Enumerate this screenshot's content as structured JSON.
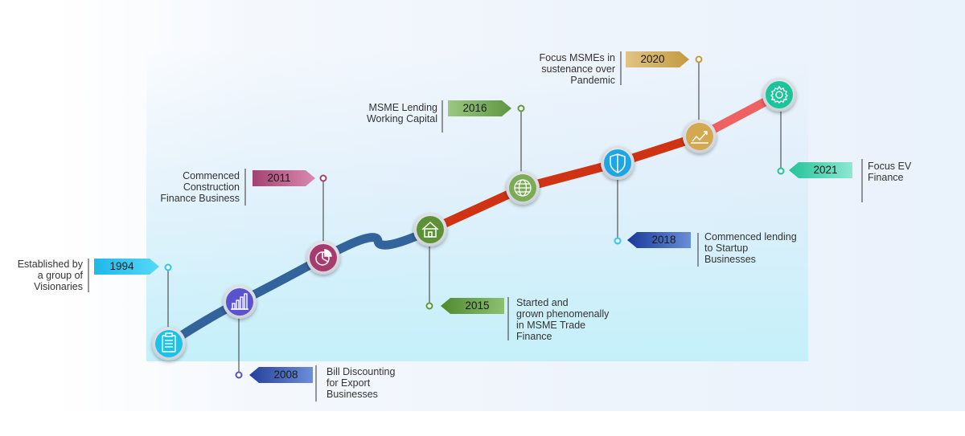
{
  "milestones": [
    {
      "year": "1994",
      "text": "Established by\na group of\nVisionaries",
      "icon": "clipboard-icon",
      "tag_color": "#2cc7f0"
    },
    {
      "year": "2008",
      "text": "Bill Discounting\nfor Export\nBusinesses",
      "icon": "bar-chart-icon",
      "tag_color": "#2a4aa8"
    },
    {
      "year": "2011",
      "text": "Commenced\nConstruction\nFinance Business",
      "icon": "pie-chart-icon",
      "tag_color": "#b2517e"
    },
    {
      "year": "2015",
      "text": "Started and\ngrown phenomenally\nin MSME Trade\nFinance",
      "icon": "home-icon",
      "tag_color": "#5c9a37"
    },
    {
      "year": "2016",
      "text": "MSME Lending\nWorking Capital",
      "icon": "globe-icon",
      "tag_color": "#79ab5b"
    },
    {
      "year": "2018",
      "text": "Commenced lending\nto Startup\nBusinesses",
      "icon": "shield-icon",
      "tag_color": "#1f3ea0"
    },
    {
      "year": "2020",
      "text": "Focus MSMEs in\nsustenance over\nPandemic",
      "icon": "trend-line-icon",
      "tag_color": "#d3ac5a"
    },
    {
      "year": "2021",
      "text": "Focus EV\nFinance",
      "icon": "gear-icon",
      "tag_color": "#3ccda9"
    }
  ]
}
